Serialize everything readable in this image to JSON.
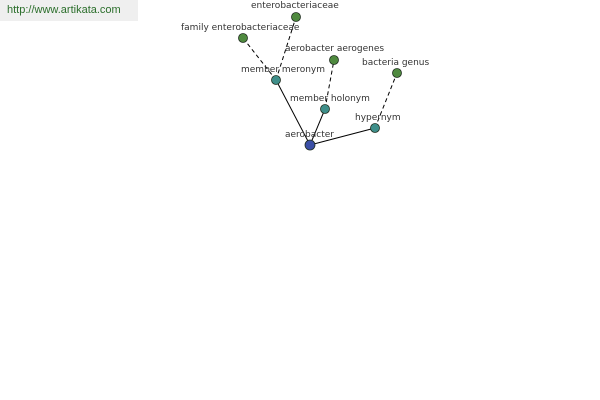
{
  "header": {
    "url": "http://www.artikata.com"
  },
  "colors": {
    "root": "#3b4fa6",
    "relation": "#3f8f8a",
    "term": "#4f8a3f",
    "url_text": "#2b6e2b"
  },
  "graph": {
    "nodes": [
      {
        "id": "aerobacter",
        "label": "aerobacter",
        "kind": "root"
      },
      {
        "id": "member_meronym",
        "label": "member meronym",
        "kind": "relation"
      },
      {
        "id": "member_holonym",
        "label": "member holonym",
        "kind": "relation"
      },
      {
        "id": "hypernym",
        "label": "hypernym",
        "kind": "relation"
      },
      {
        "id": "enterobacteriaceae",
        "label": "enterobacteriaceae",
        "kind": "term"
      },
      {
        "id": "family_enterobacteriaceae",
        "label": "family enterobacteriaceae",
        "kind": "term"
      },
      {
        "id": "aerobacter_aerogenes",
        "label": "aerobacter aerogenes",
        "kind": "term"
      },
      {
        "id": "bacteria_genus",
        "label": "bacteria genus",
        "kind": "term"
      }
    ],
    "edges": [
      {
        "from": "aerobacter",
        "to": "member_meronym",
        "style": "solid"
      },
      {
        "from": "aerobacter",
        "to": "member_holonym",
        "style": "solid"
      },
      {
        "from": "aerobacter",
        "to": "hypernym",
        "style": "solid"
      },
      {
        "from": "member_meronym",
        "to": "enterobacteriaceae",
        "style": "dashed"
      },
      {
        "from": "member_meronym",
        "to": "family_enterobacteriaceae",
        "style": "dashed"
      },
      {
        "from": "member_holonym",
        "to": "aerobacter_aerogenes",
        "style": "dashed"
      },
      {
        "from": "hypernym",
        "to": "bacteria_genus",
        "style": "dashed"
      }
    ]
  }
}
